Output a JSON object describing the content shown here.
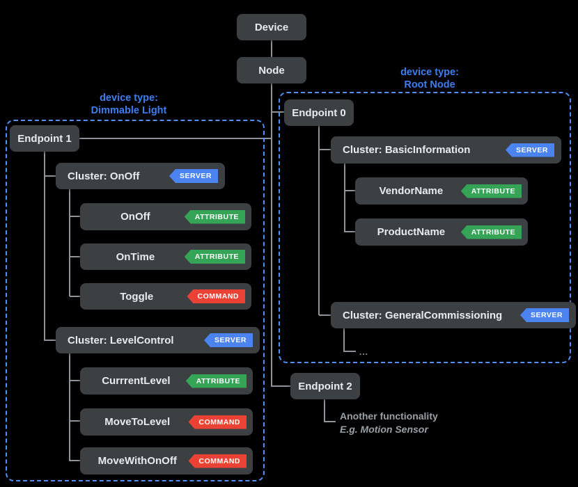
{
  "colors": {
    "background": "#000000",
    "box_fill": "#3c4043",
    "box_text": "#e8eaed",
    "connector_gray": "#909498",
    "group_outline_blue": "#5291f7",
    "caption_blue": "#3d7ff2",
    "badge_server_blue": "#4b84f0",
    "badge_attribute_green": "#35a457",
    "badge_command_red": "#ea4335",
    "note_gray": "#9aa0a6"
  },
  "tree": {
    "device_label": "Device",
    "node_label": "Node"
  },
  "left_group": {
    "caption_line1": "device type:",
    "caption_line2": "Dimmable Light",
    "endpoint_label": "Endpoint 1",
    "clusters": [
      {
        "label": "Cluster: OnOff",
        "badge": "SERVER",
        "children": [
          {
            "label": "OnOff",
            "badge": "ATTRIBUTE"
          },
          {
            "label": "OnTime",
            "badge": "ATTRIBUTE"
          },
          {
            "label": "Toggle",
            "badge": "COMMAND"
          }
        ]
      },
      {
        "label": "Cluster: LevelControl",
        "badge": "SERVER",
        "children": [
          {
            "label": "CurrrentLevel",
            "badge": "ATTRIBUTE"
          },
          {
            "label": "MoveToLevel",
            "badge": "COMMAND"
          },
          {
            "label": "MoveWithOnOff",
            "badge": "COMMAND"
          }
        ]
      }
    ]
  },
  "right_group": {
    "caption_line1": "device type:",
    "caption_line2": "Root Node",
    "endpoint_label": "Endpoint 0",
    "clusters": [
      {
        "label": "Cluster: BasicInformation",
        "badge": "SERVER",
        "children": [
          {
            "label": "VendorName",
            "badge": "ATTRIBUTE"
          },
          {
            "label": "ProductName",
            "badge": "ATTRIBUTE"
          }
        ]
      },
      {
        "label": "Cluster: GeneralCommissioning",
        "badge": "SERVER",
        "ellipsis": "..."
      }
    ]
  },
  "endpoint2": {
    "label": "Endpoint 2",
    "note_line1": "Another functionality",
    "note_line2": "E.g. Motion Sensor"
  }
}
